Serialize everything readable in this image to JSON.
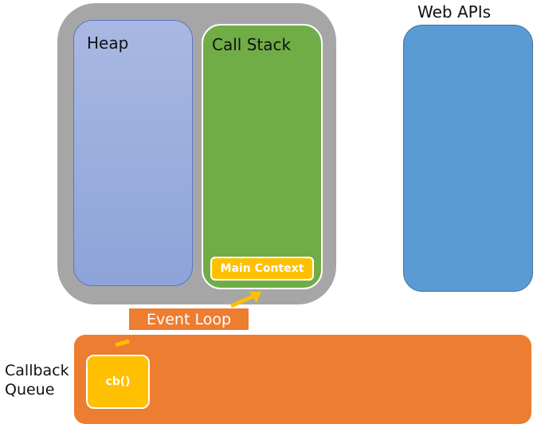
{
  "engine": {
    "heap_label": "Heap",
    "call_stack_label": "Call Stack",
    "main_context_label": "Main Context"
  },
  "web_apis": {
    "label": "Web APIs"
  },
  "event_loop": {
    "label": "Event Loop"
  },
  "callback_queue": {
    "label_line1": "Callback",
    "label_line2": "Queue",
    "item_label": "cb()"
  },
  "colors": {
    "engine_bg": "#a6a6a6",
    "heap": "#8da4d9",
    "call_stack": "#70ad47",
    "web_apis": "#5b9bd5",
    "queue": "#ed7d31",
    "highlight": "#ffc000"
  }
}
